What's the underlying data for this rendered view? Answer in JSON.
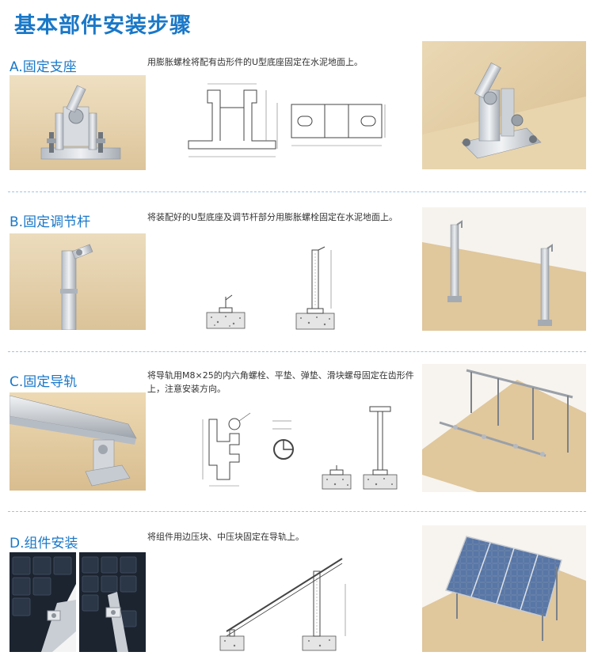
{
  "page": {
    "title": "基本部件安装步骤"
  },
  "sections": [
    {
      "label": "A.固定支座",
      "description": "用膨胀螺栓将配有齿形件的U型底座固定在水泥地面上。"
    },
    {
      "label": "B.固定调节杆",
      "description": "将装配好的U型底座及调节杆部分用膨胀螺栓固定在水泥地面上。"
    },
    {
      "label": "C.固定导轨",
      "description": "将导轨用M8×25的内六角螺栓、平垫、弹垫、滑块螺母固定在齿形件上，注意安装方向。"
    },
    {
      "label": "D.组件安装",
      "description": "将组件用边压块、中压块固定在导轨上。"
    }
  ],
  "colors": {
    "title": "#1a78c8",
    "divider": "#9ec4e6",
    "wall": "#e4cfa6",
    "metal": "#c9ced4"
  }
}
